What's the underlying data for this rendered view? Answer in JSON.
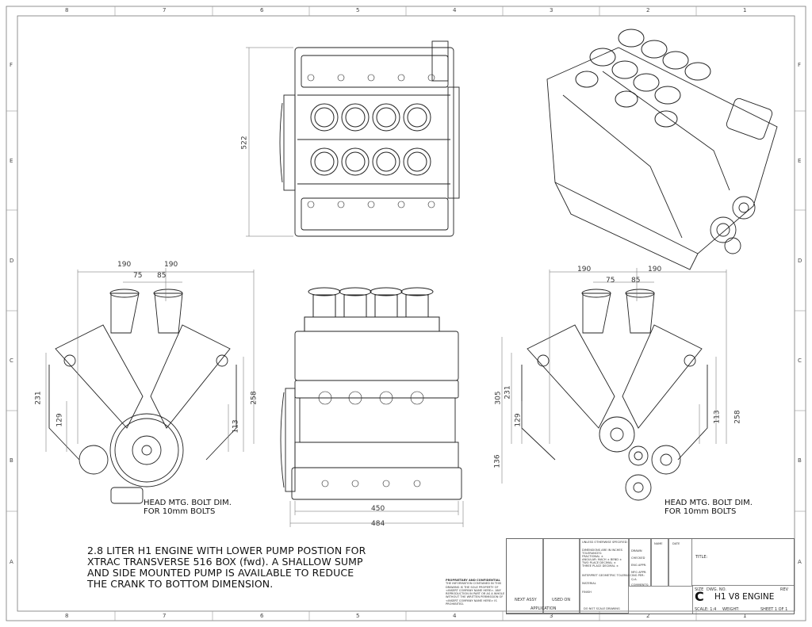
{
  "zones": {
    "columns": [
      "8",
      "7",
      "6",
      "5",
      "4",
      "3",
      "2",
      "1"
    ],
    "rows": [
      "F",
      "E",
      "D",
      "C",
      "B",
      "A"
    ]
  },
  "dimensions": {
    "top_view_height": "522",
    "left_view": {
      "w1": "190",
      "w2": "190",
      "w3": "75",
      "w4": "85",
      "h1": "231",
      "h2": "129",
      "h3": "258",
      "h4": "113"
    },
    "front_view": {
      "w1": "450",
      "w2": "484"
    },
    "right_view": {
      "w1": "190",
      "w2": "190",
      "w3": "75",
      "w4": "85",
      "h1": "305",
      "h2": "231",
      "h3": "129",
      "h4": "136",
      "h5": "113",
      "h6": "258"
    }
  },
  "notes": {
    "bolt_left_1": "HEAD MTG. BOLT DIM.",
    "bolt_left_2": "FOR 10mm BOLTS",
    "bolt_right_1": "HEAD MTG. BOLT DIM.",
    "bolt_right_2": "FOR 10mm BOLTS",
    "main": [
      "2.8 LITER H1 ENGINE WITH LOWER PUMP POSTION FOR",
      "XTRAC TRANSVERSE 516 BOX (fwd).  A SHALLOW SUMP",
      "AND SIDE MOUNTED PUMP IS AVAILABLE TO REDUCE",
      "THE CRANK TO BOTTOM DIMENSION."
    ]
  },
  "title_block": {
    "unless": "UNLESS OTHERWISE SPECIFIED:",
    "name": "NAME",
    "date": "DATE",
    "tolerances": [
      "DIMENSIONS ARE IN INCHES",
      "TOLERANCES:",
      "FRACTIONAL ±",
      "ANGULAR: MACH ±   BEND ±",
      "TWO PLACE DECIMAL  ±",
      "THREE PLACE DECIMAL  ±"
    ],
    "rows": [
      "DRAWN",
      "CHECKED",
      "ENG APPR.",
      "MFG APPR.",
      "Q.A.",
      "COMMENTS:"
    ],
    "interpret": "INTERPRET GEOMETRIC TOLERANCING PER:",
    "material": "MATERIAL",
    "finish": "FINISH",
    "next_assy": "NEXT ASSY",
    "used_on": "USED ON",
    "application": "APPLICATION",
    "do_not_scale": "DO NOT SCALE DRAWING",
    "proprietary_title": "PROPRIETARY AND CONFIDENTIAL",
    "proprietary_text": [
      "THE INFORMATION CONTAINED IN THIS",
      "DRAWING IS THE SOLE PROPERTY OF",
      "<INSERT COMPANY NAME HERE>. ANY",
      "REPRODUCTION IN PART OR AS A WHOLE",
      "WITHOUT THE WRITTEN PERMISSION OF",
      "<INSERT COMPANY NAME HERE> IS",
      "PROHIBITED."
    ],
    "title_label": "TITLE:",
    "size_label": "SIZE",
    "size": "C",
    "dwg_label": "DWG.  NO.",
    "dwg_no": "H1 V8 ENGINE",
    "rev_label": "REV",
    "scale": "SCALE: 1:4",
    "weight": "WEIGHT:",
    "sheet": "SHEET 1 OF 1"
  }
}
